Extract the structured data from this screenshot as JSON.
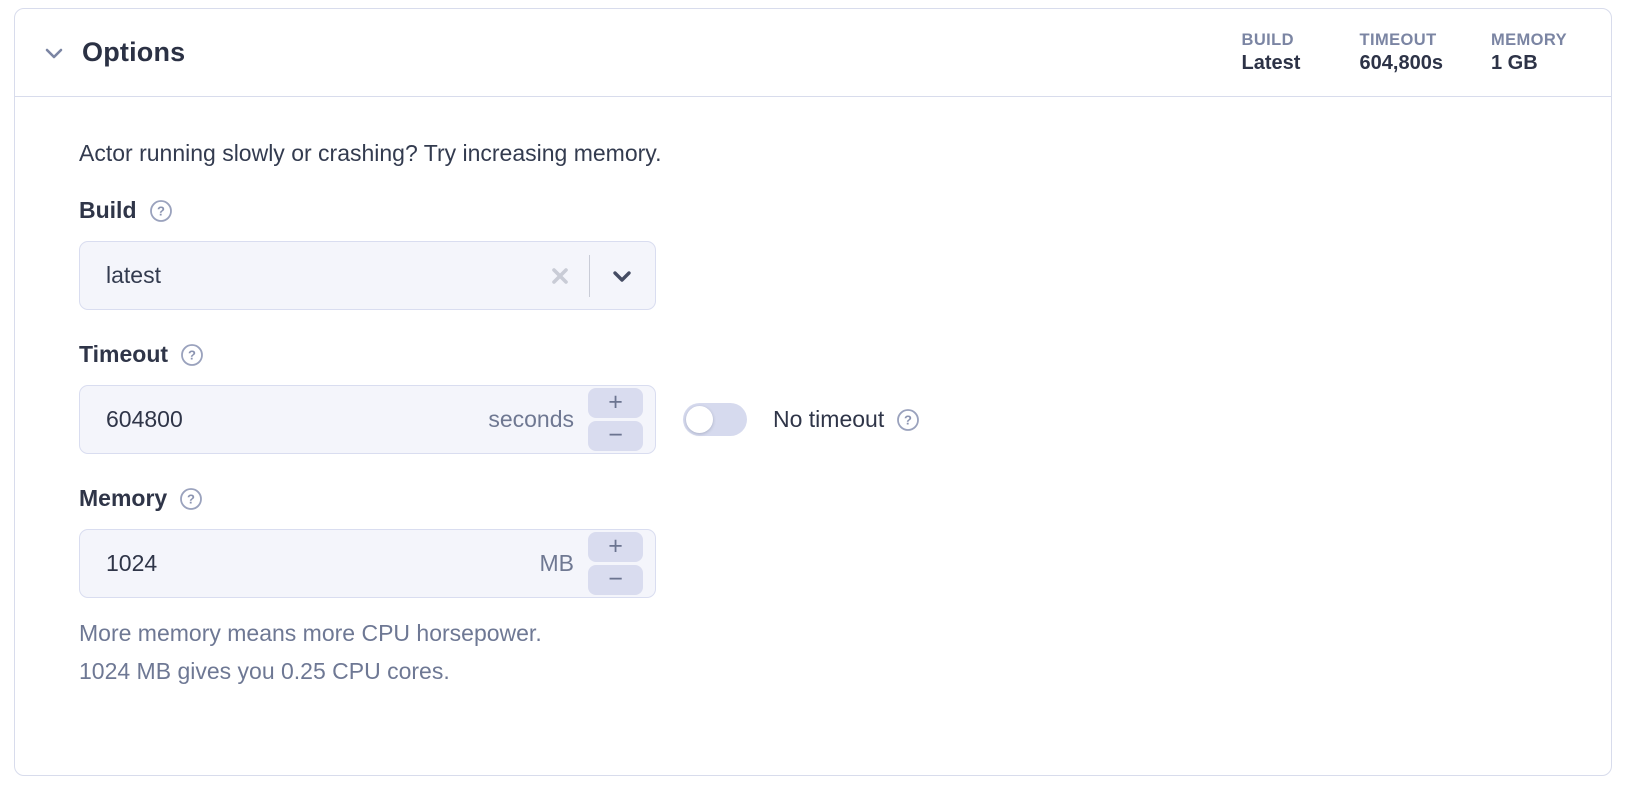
{
  "header": {
    "title": "Options",
    "stats": [
      {
        "label": "BUILD",
        "value": "Latest"
      },
      {
        "label": "TIMEOUT",
        "value": "604,800s"
      },
      {
        "label": "MEMORY",
        "value": "1 GB"
      }
    ]
  },
  "body": {
    "intro": "Actor running slowly or crashing? Try increasing memory.",
    "build": {
      "label": "Build",
      "value": "latest"
    },
    "timeout": {
      "label": "Timeout",
      "value": "604800",
      "unit": "seconds",
      "increment_label": "+",
      "decrement_label": "−",
      "toggle": {
        "label": "No timeout",
        "state": "off"
      }
    },
    "memory": {
      "label": "Memory",
      "value": "1024",
      "unit": "MB",
      "increment_label": "+",
      "decrement_label": "−",
      "help_lines": [
        "More memory means more CPU horsepower.",
        "1024 MB gives you 0.25 CPU cores."
      ]
    }
  },
  "icons": {
    "collapse": "chevron-down",
    "help": "question-circle",
    "clear": "x",
    "dropdown": "chevron-down"
  },
  "colors": {
    "panel_border": "#d8dcec",
    "text_dark": "#2e3447",
    "text_muted_label": "#7b85a3",
    "text_help": "#6e7894",
    "input_bg": "#f4f5fb",
    "input_border": "#d9ddf0",
    "stepper_bg": "#d9dcef",
    "toggle_track": "#d6daee",
    "icon_muted": "#9aa2bd"
  }
}
